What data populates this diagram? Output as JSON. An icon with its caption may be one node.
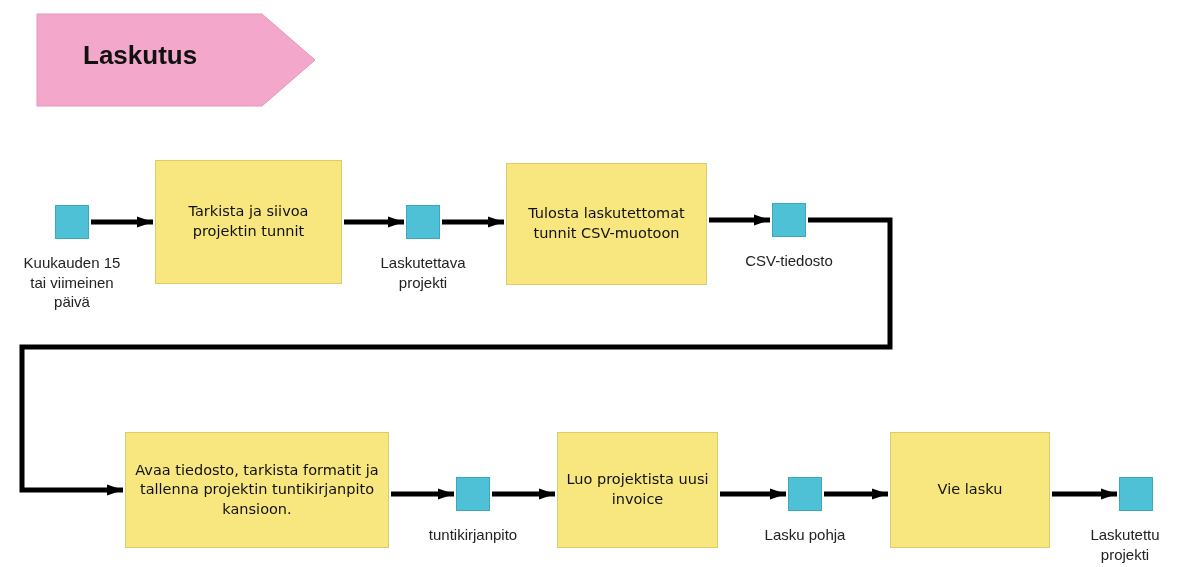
{
  "diagram": {
    "title": "Laskutus",
    "nodes": [
      {
        "text": [],
        "shape": "box",
        "beside": [
          "Kuukauden 15 tai viimeinen päivä"
        ]
      },
      {
        "text": [
          "Tarkista ja siivoa projektin tunnit"
        ]
      },
      {
        "text": [],
        "shape": "box",
        "beside": [
          "Laskutettava projekti"
        ]
      },
      {
        "text": [
          "Tulosta laskutettomat tunnit CSV-muotoon"
        ]
      },
      {
        "text": [],
        "shape": "box",
        "beside": [
          "CSV-tiedosto"
        ]
      },
      {
        "text": [
          "Avaa tiedosto, tarkista formatit ja tallenna projektin tuntikirjanpito kansioon."
        ]
      },
      {
        "text": [],
        "shape": "box",
        "beside": [
          "tuntikirjanpito"
        ]
      },
      {
        "text": [
          "Luo projektista uusi invoice"
        ]
      },
      {
        "text": [],
        "shape": "box",
        "beside": [
          "Lasku pohja"
        ]
      },
      {
        "text": [
          "Vie lasku"
        ]
      },
      {
        "text": [],
        "shape": "box",
        "beside": [
          "Laskutettu projekti"
        ]
      }
    ],
    "edges": [
      {
        "from": 0,
        "to": 1,
        "arrow": "to"
      },
      {
        "from": 1,
        "to": 2,
        "arrow": "to"
      },
      {
        "from": 2,
        "to": 3,
        "arrow": "to"
      },
      {
        "from": 3,
        "to": 4,
        "arrow": "to"
      },
      {
        "from": 4,
        "to": 5,
        "arrow": "to"
      },
      {
        "from": 5,
        "to": 6,
        "arrow": "to"
      },
      {
        "from": 6,
        "to": 7,
        "arrow": "to"
      },
      {
        "from": 7,
        "to": 8,
        "arrow": "to"
      },
      {
        "from": 8,
        "to": 9,
        "arrow": "to"
      },
      {
        "from": 9,
        "to": 10,
        "arrow": "to"
      }
    ]
  }
}
